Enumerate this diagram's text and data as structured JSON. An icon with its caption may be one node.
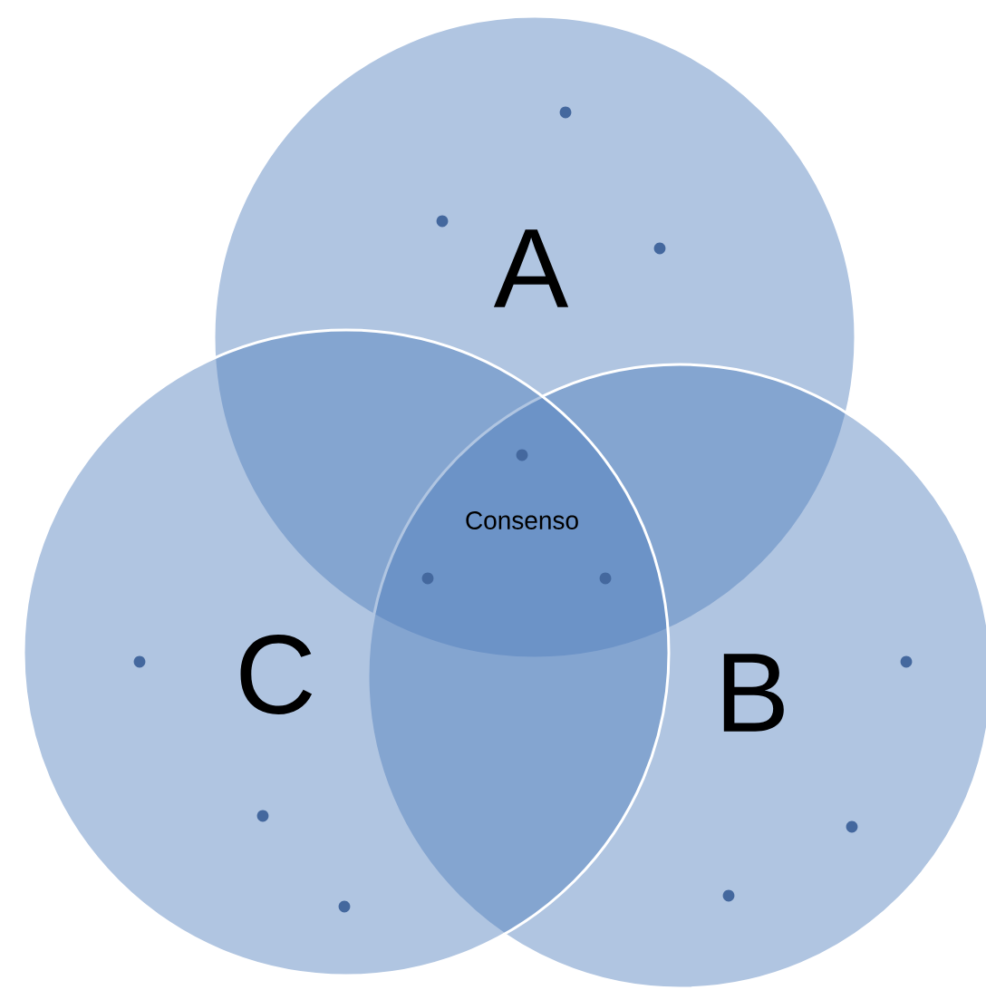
{
  "diagram": {
    "nodes": [
      {
        "text": [
          "A"
        ]
      },
      {
        "text": [
          "B"
        ]
      },
      {
        "text": [
          "C"
        ]
      }
    ],
    "labels": [
      "Consenso"
    ]
  }
}
